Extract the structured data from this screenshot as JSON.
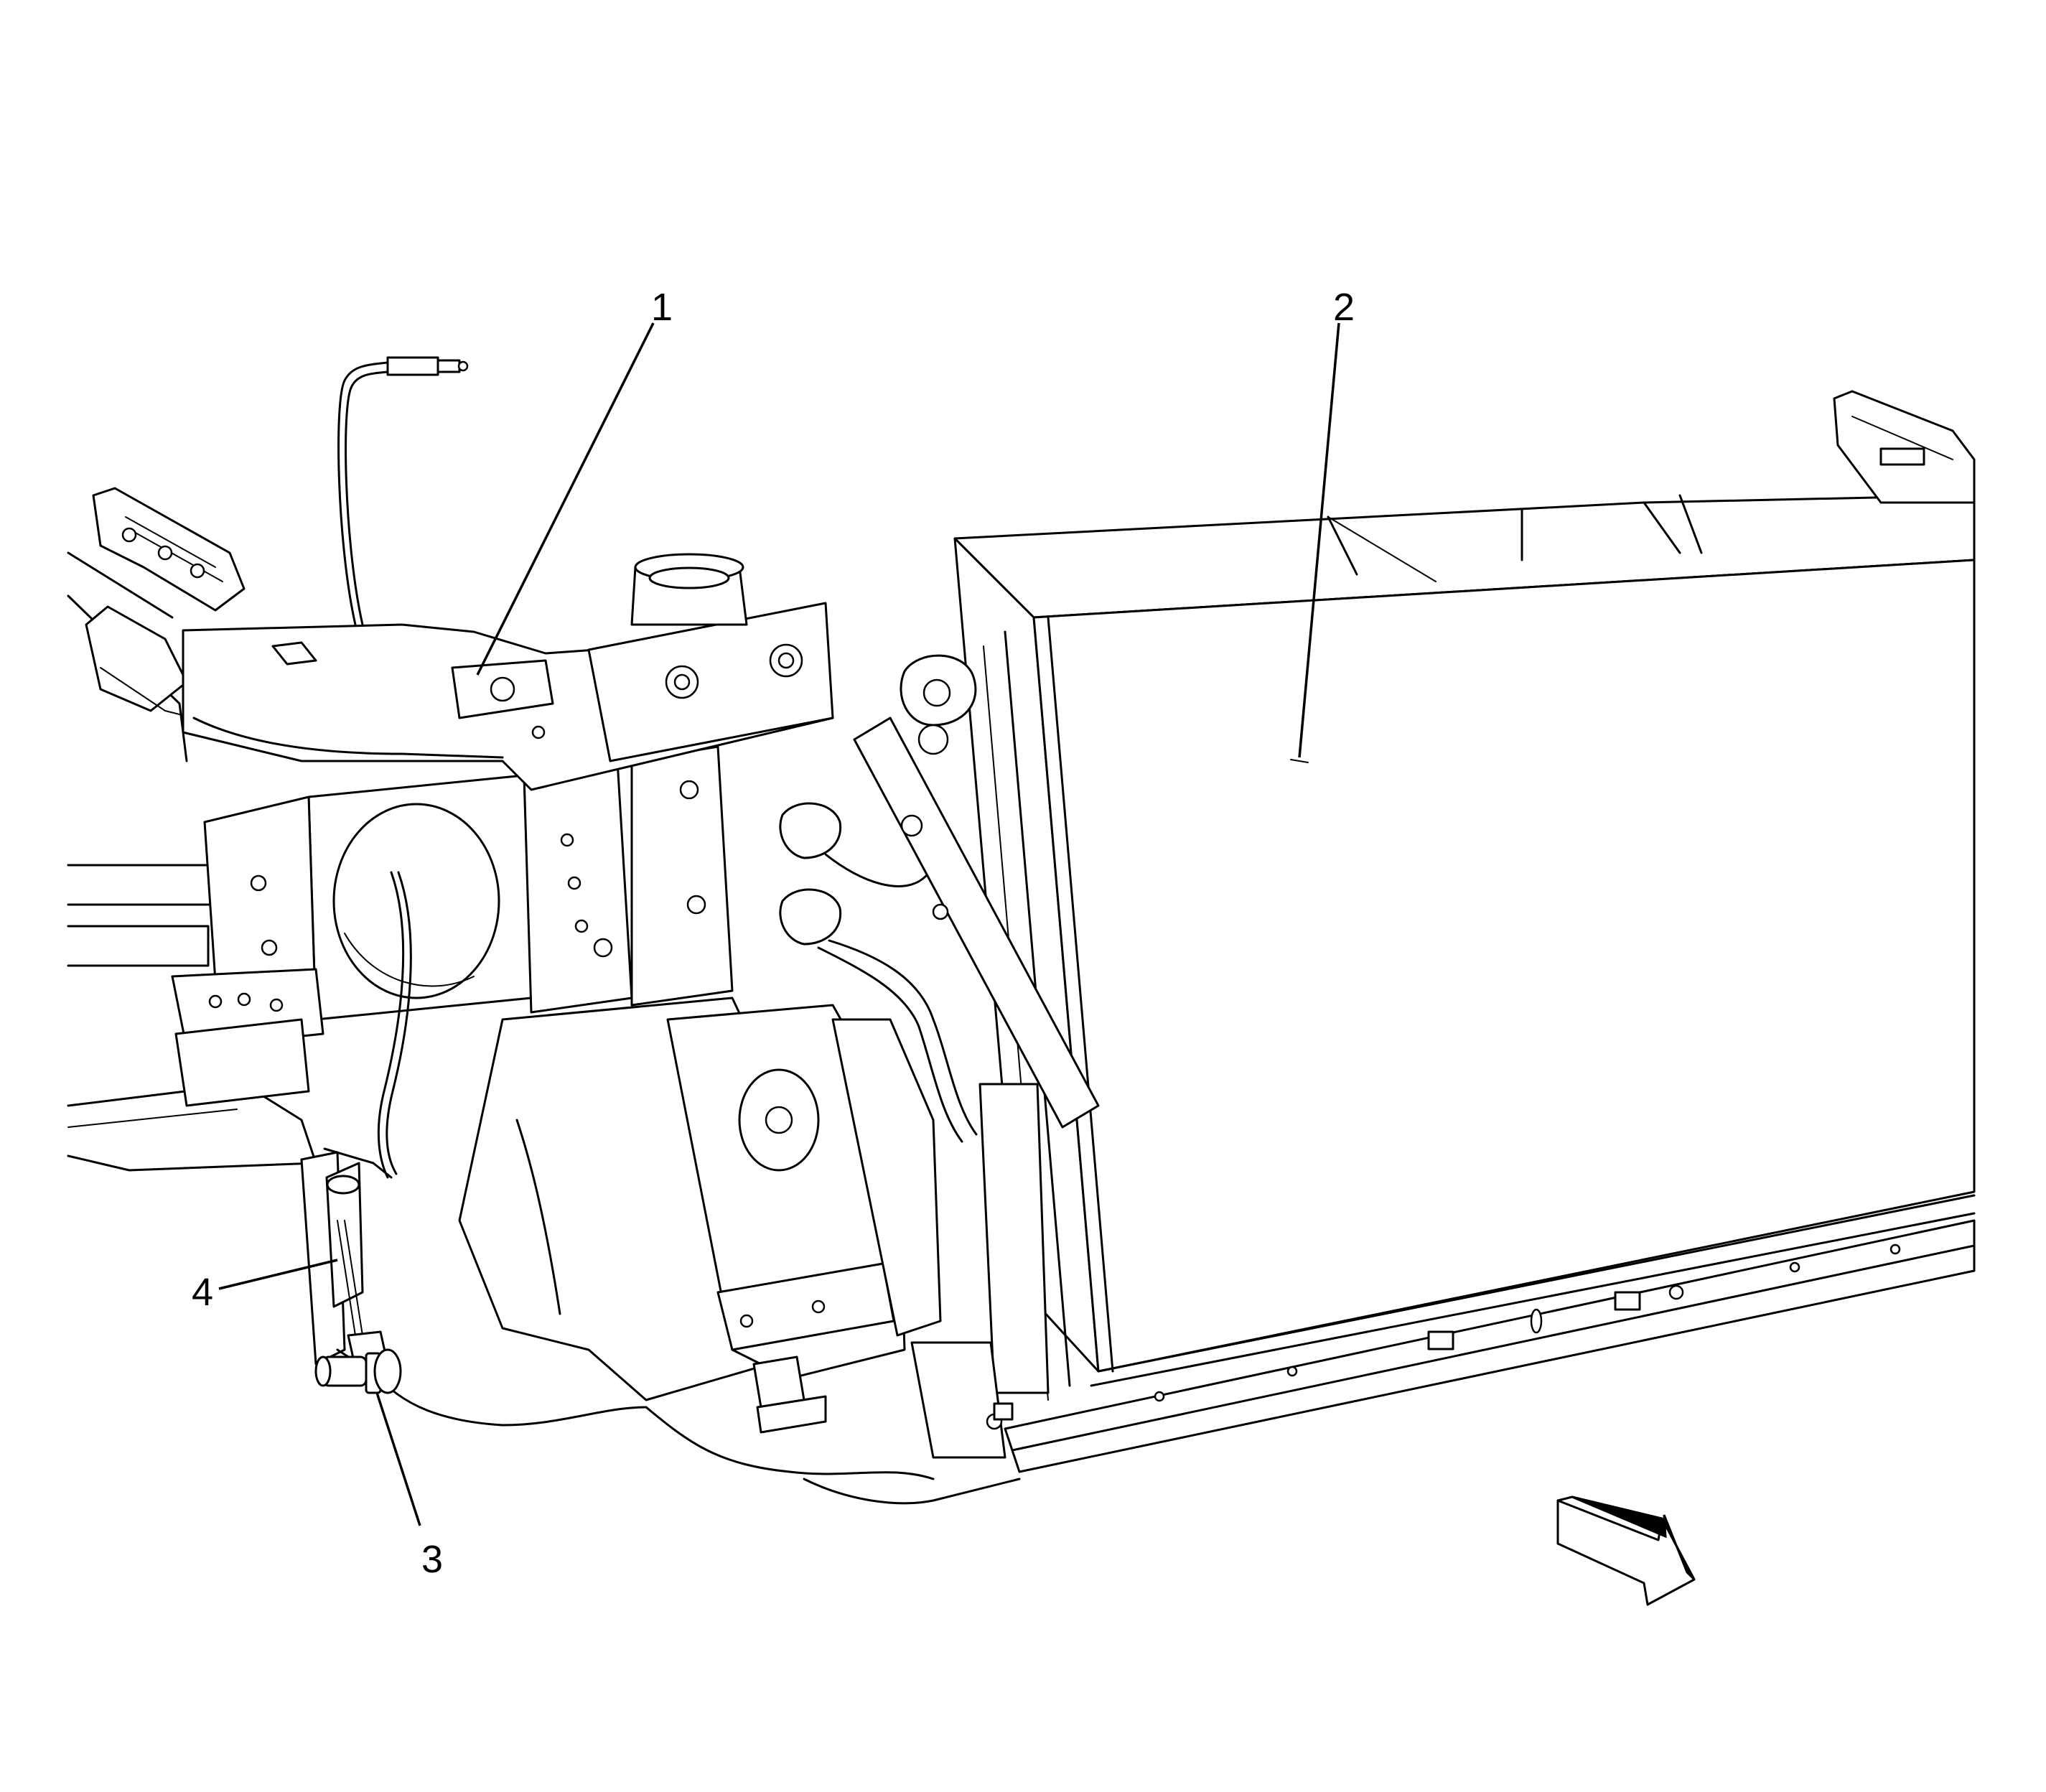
{
  "callouts": [
    {
      "id": "1",
      "label": "1",
      "part": "upper-tie-bar-bracket"
    },
    {
      "id": "2",
      "label": "2",
      "part": "radiator-core"
    },
    {
      "id": "3",
      "label": "3",
      "part": "bolt"
    },
    {
      "id": "4",
      "label": "4",
      "part": "hood-release-cable"
    }
  ],
  "direction_arrow": {
    "icon": "front-of-vehicle-arrow-icon"
  }
}
